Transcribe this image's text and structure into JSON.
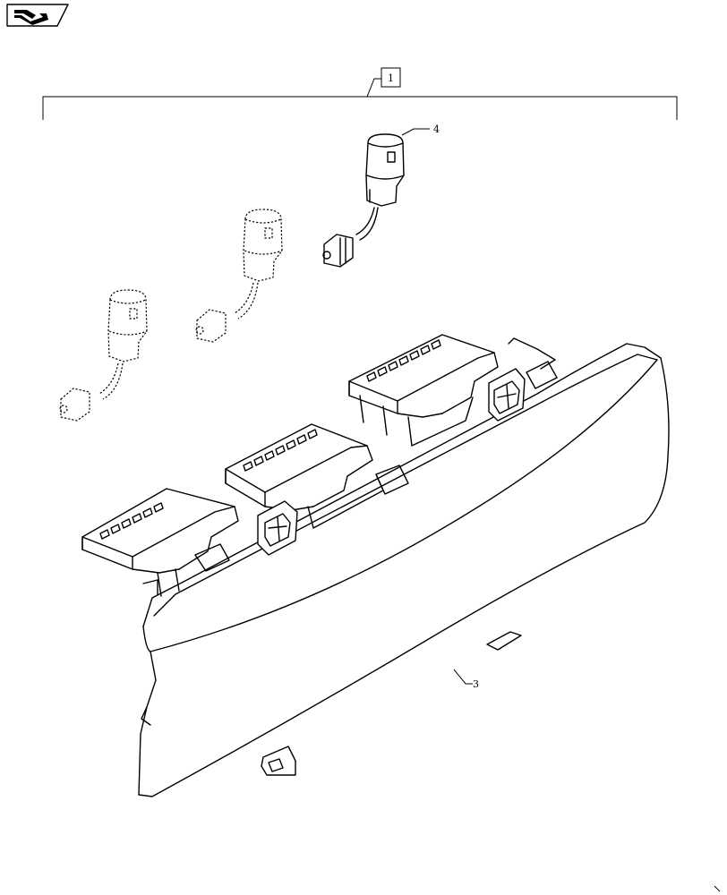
{
  "header": {
    "nav_icon": "arrow-book-icon"
  },
  "callouts": {
    "assembly": "1",
    "connector": "4",
    "console": "3"
  },
  "colors": {
    "line": "#000000",
    "background": "#ffffff"
  }
}
